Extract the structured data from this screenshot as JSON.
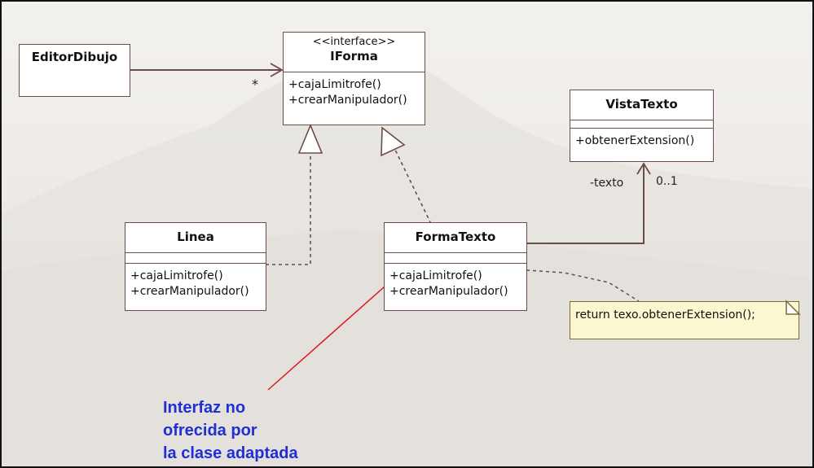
{
  "editor": {
    "name": "EditorDibujo"
  },
  "iforma": {
    "stereotype": "<<interface>>",
    "name": "IForma",
    "ops": [
      "+cajaLimitrofe()",
      "+crearManipulador()"
    ]
  },
  "vista": {
    "name": "VistaTexto",
    "ops": [
      "+obtenerExtension()"
    ]
  },
  "linea": {
    "name": "Linea",
    "ops": [
      "+cajaLimitrofe()",
      "+crearManipulador()"
    ]
  },
  "forma": {
    "name": "FormaTexto",
    "ops": [
      "+cajaLimitrofe()",
      "+crearManipulador()"
    ]
  },
  "labels": {
    "multiplicity_star": "*",
    "role_texto": "-texto",
    "multiplicity_vista": "0..1"
  },
  "note": {
    "text": "return texo.obtenerExtension();"
  },
  "callout": {
    "lines": [
      "Interfaz no",
      "ofrecida por",
      "la clase adaptada"
    ],
    "color": "#1f2fd4"
  },
  "colors": {
    "box_border": "#6e4b4b",
    "note_fill": "#fbf7d1",
    "callout_line": "#e0141e"
  }
}
